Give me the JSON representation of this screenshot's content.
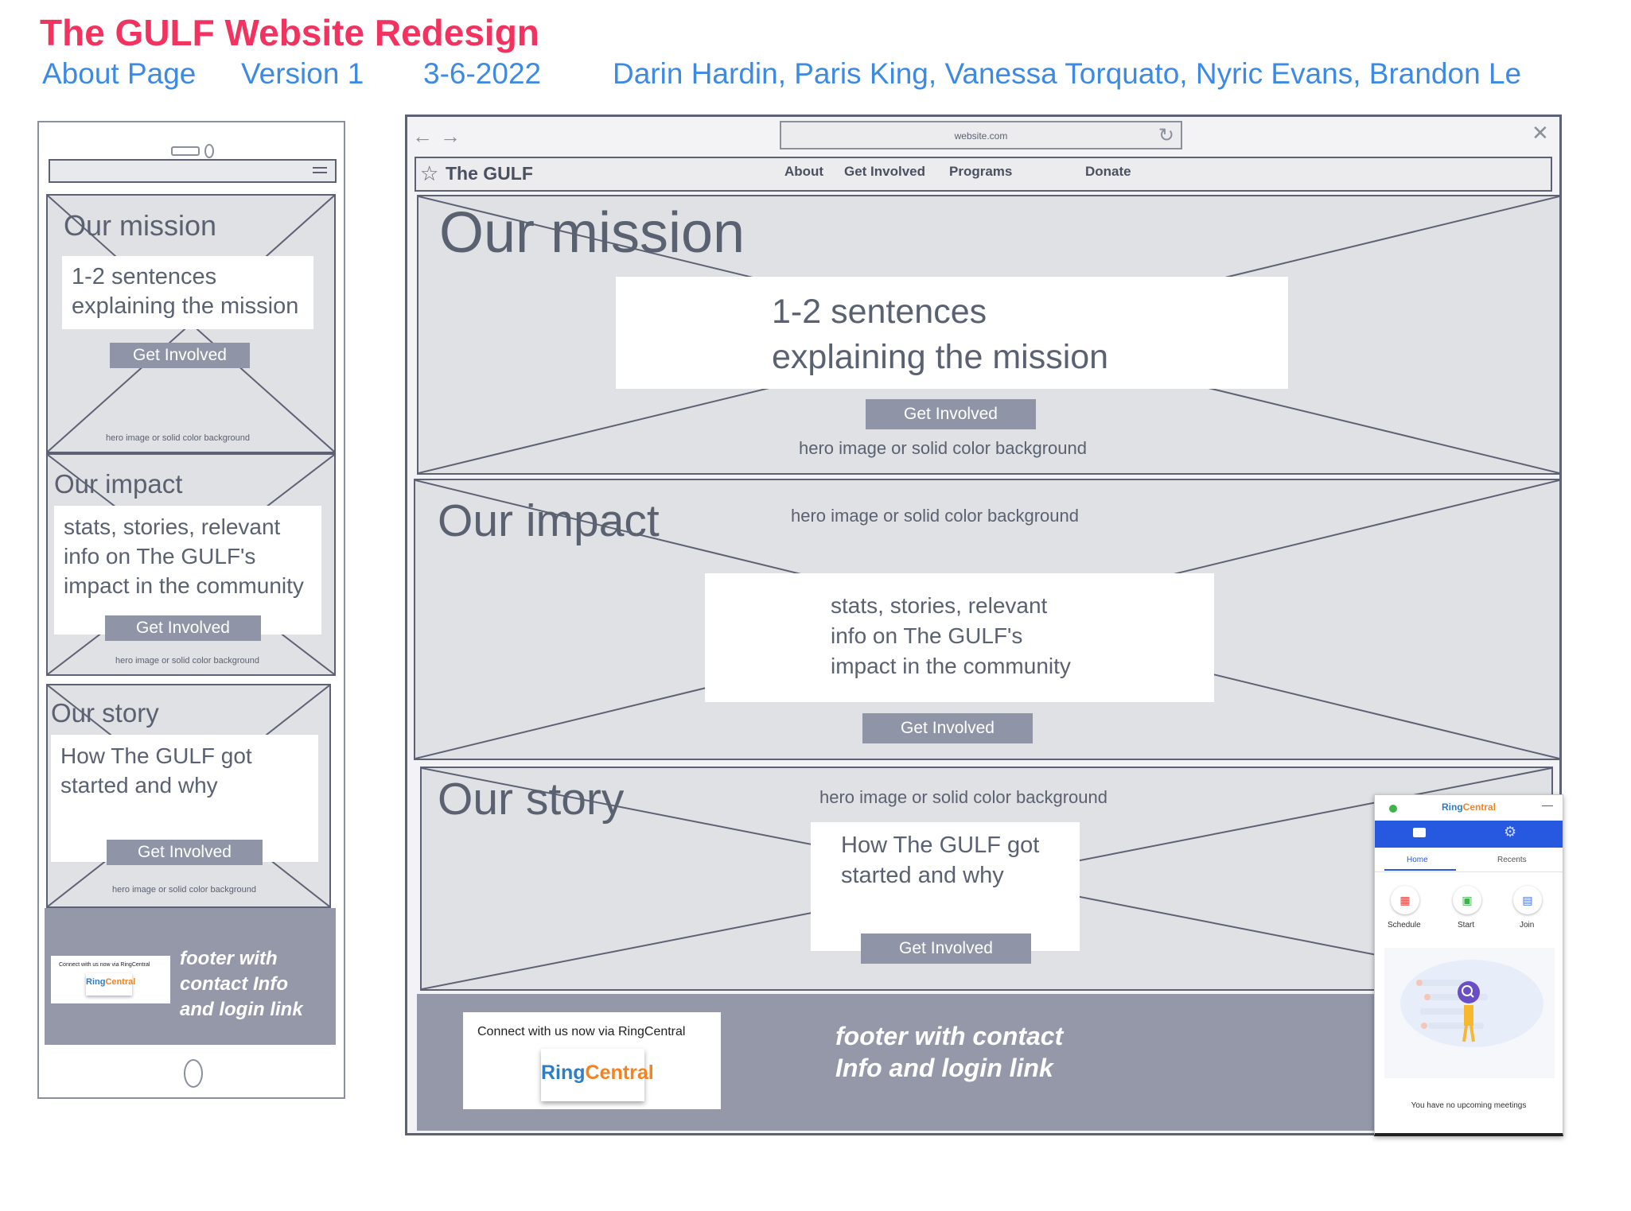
{
  "header": {
    "title": "The GULF Website Redesign",
    "page": "About Page",
    "version": "Version 1",
    "date": "3-6-2022",
    "authors": "Darin Hardin, Paris King, Vanessa Torquato, Nyric Evans, Brandon Le"
  },
  "browser": {
    "url": "website.com",
    "brand": "The GULF",
    "nav": [
      "About",
      "Get Involved",
      "Programs",
      "Donate"
    ]
  },
  "sections": {
    "mission": {
      "title": "Our mission",
      "body_line1": "1-2 sentences",
      "body_line2": "explaining the mission",
      "button": "Get Involved",
      "caption": "hero image or solid color background"
    },
    "impact": {
      "title": "Our impact",
      "body_line1": "stats, stories, relevant",
      "body_line2": "info on The GULF's",
      "body_line3": "impact in the community",
      "button": "Get Involved",
      "caption": "hero image  or solid color background",
      "caption_mobile": "hero image or solid color background"
    },
    "story": {
      "title": "Our story",
      "body_line1": "How The GULF got",
      "body_line2": "started and why",
      "button": "Get Involved",
      "caption": "hero image  or solid color background",
      "caption_mobile": "hero image or solid color background"
    }
  },
  "footer": {
    "connect": "Connect with us now via RingCentral",
    "logo_part1": "Ring",
    "logo_part2": "Central",
    "line1": "footer with contact",
    "line2": "Info and login link",
    "mobile_line1": "footer with",
    "mobile_line2": "contact Info",
    "mobile_line3": "and login link"
  },
  "ringcentral_app": {
    "logo_part1": "Ring",
    "logo_part2": "Central",
    "tabs": [
      "Home",
      "Recents"
    ],
    "actions": [
      "Schedule",
      "Start",
      "Join"
    ],
    "empty_state": "You have no upcoming meetings",
    "colors": {
      "header": "#2659e0",
      "status_dot": "#3db34a",
      "schedule": "#e6423d",
      "start": "#3bb44a",
      "join": "#4e73e0"
    }
  },
  "colors": {
    "title": "#f2335f",
    "meta": "#3d8ae5",
    "placeholder": "#e0e1e5",
    "button": "#8f95a6",
    "footer": "#9498a8"
  }
}
